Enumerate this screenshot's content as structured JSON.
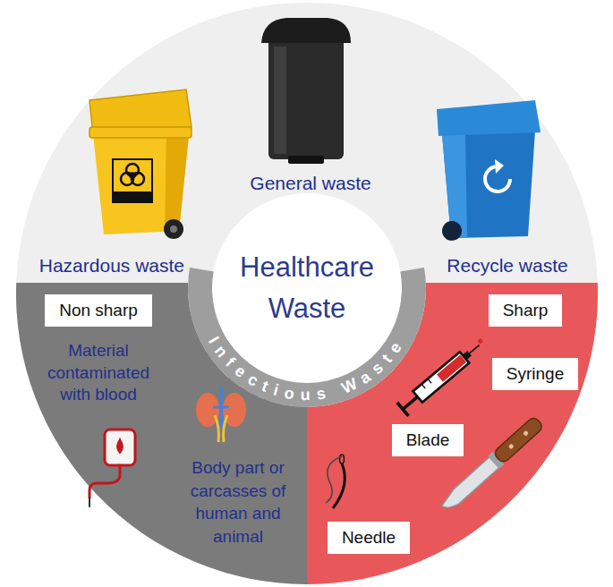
{
  "diagram": {
    "nodes": [
      {
        "text": [
          "Healthcare Waste"
        ]
      },
      {
        "text": [
          "Infectious Waste"
        ]
      },
      {
        "text": [
          "Material contaminated with blood",
          "Body part or carcasses of human and animal"
        ]
      },
      {
        "text": [
          "Non sharp"
        ],
        "in": 2
      },
      {
        "text": [
          "Sharp"
        ]
      },
      {
        "text": [
          "Syringe"
        ]
      },
      {
        "text": [
          "Blade"
        ]
      },
      {
        "text": [
          "Needle"
        ]
      }
    ],
    "labels": [
      "Hazardous waste",
      "General waste",
      "Recycle waste"
    ]
  }
}
